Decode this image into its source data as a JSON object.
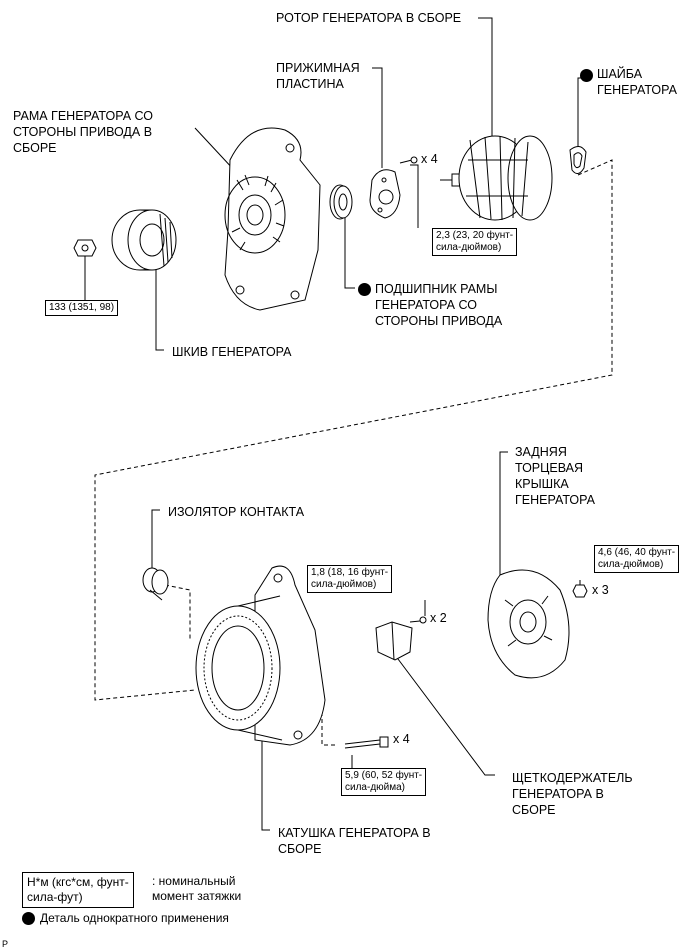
{
  "labels": {
    "rotor": "РОТОР ГЕНЕРАТОРА В СБОРЕ",
    "plate": "ПРИЖИМНАЯ\nПЛАСТИНА",
    "washer": "ШАЙБА\nГЕНЕРАТОРА",
    "drive_frame": "РАМА ГЕНЕРАТОРА СО\nСТОРОНЫ ПРИВОДА В\nСБОРЕ",
    "bearing": "ПОДШИПНИК РАМЫ\nГЕНЕРАТОРА СО\nСТОРОНЫ ПРИВОДА",
    "pulley": "ШКИВ ГЕНЕРАТОРА",
    "rear_cover": "ЗАДНЯЯ\nТОРЦЕВАЯ\nКРЫШКА\nГЕНЕРАТОРА",
    "insulator": "ИЗОЛЯТОР КОНТАКТА",
    "brush_holder": "ЩЕТКОДЕРЖАТЕЛЬ\nГЕНЕРАТОРА В\nСБОРЕ",
    "coil": "КАТУШКА ГЕНЕРАТОРА В\nСБОРЕ"
  },
  "torques": {
    "pulley_nut": "133 (1351, 98)",
    "plate_screw": "2,3 (23, 20 фунт-\nсила-дюймов)",
    "brush_screw": "1,8 (18, 16 фунт-\nсила-дюймов)",
    "rear_nut": "4,6 (46, 40 фунт-\nсила-дюймов)",
    "through_bolt": "5,9 (60, 52 фунт-\nсила-дюйма)"
  },
  "quantities": {
    "plate_screw": "x 4",
    "brush_screw": "x 2",
    "rear_nut": "x 3",
    "through_bolt": "x 4"
  },
  "legend": {
    "unit_box": "Н*м (кгс*см, фунт-\nсила-фут)",
    "unit_desc": ": номинальный\nмомент затяжки",
    "single_use": "Деталь однократного применения"
  },
  "corner_mark": "P"
}
